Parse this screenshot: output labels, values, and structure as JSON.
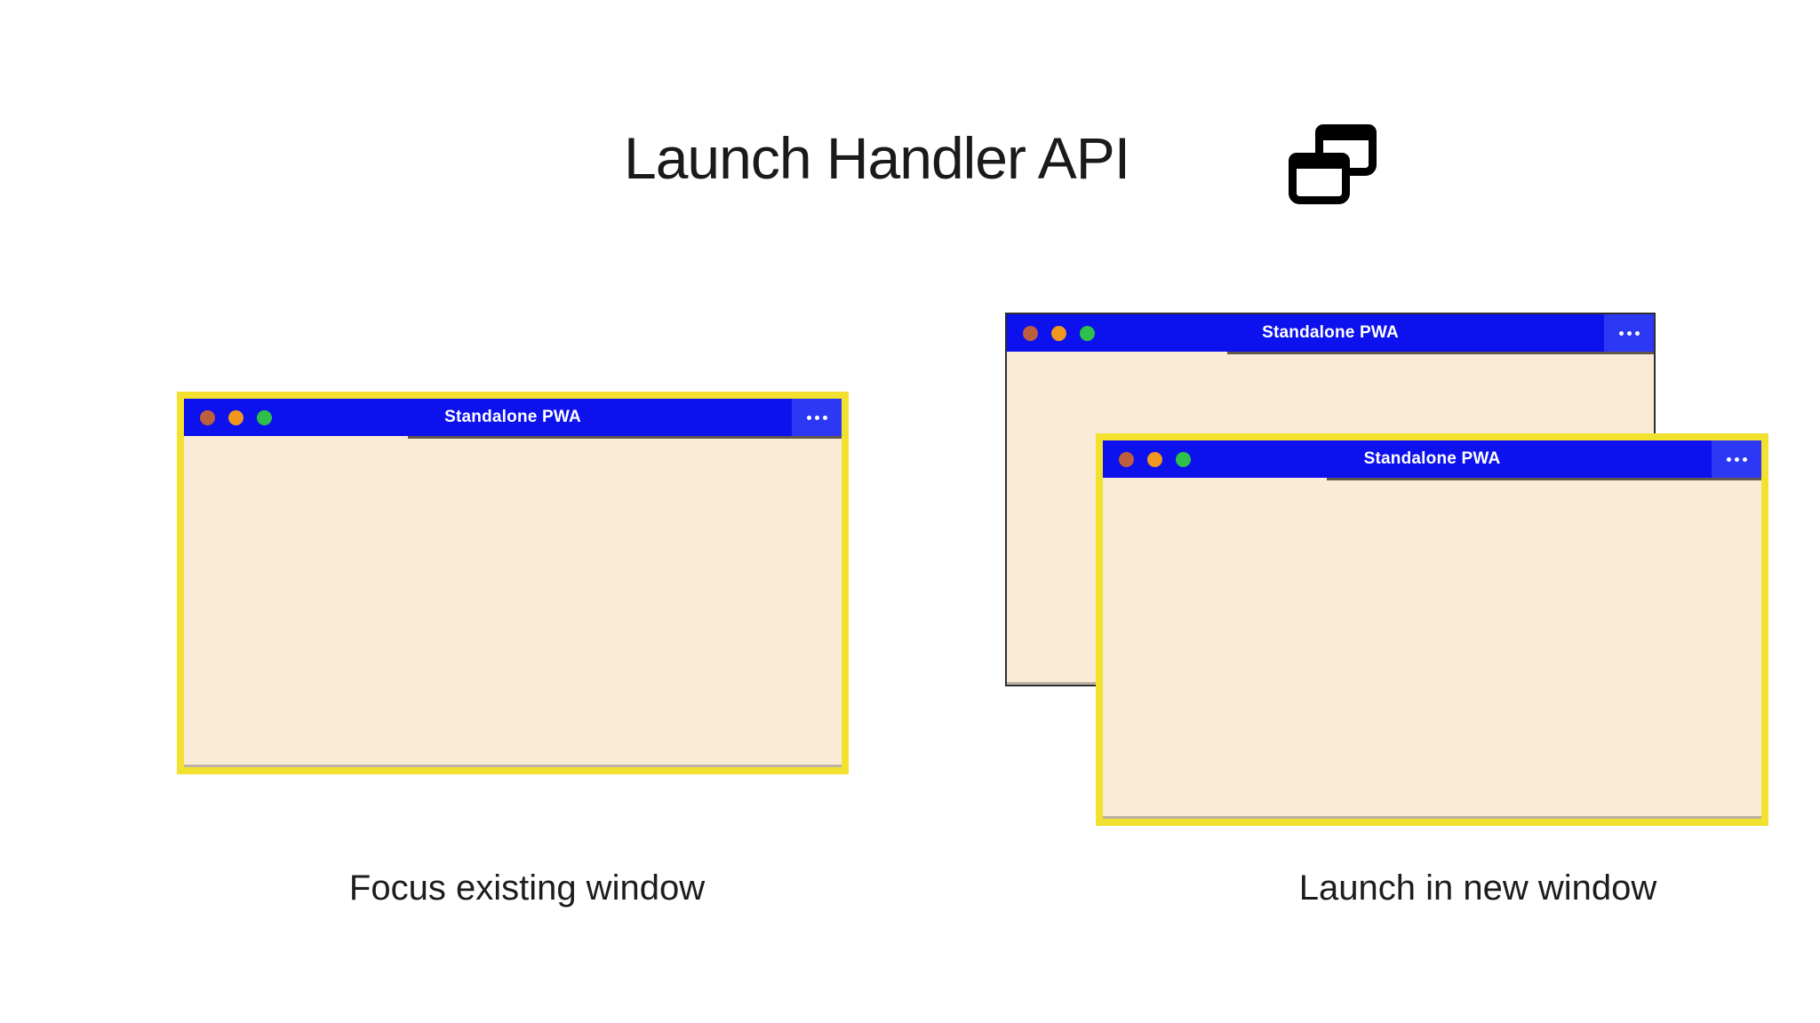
{
  "header": {
    "title": "Launch Handler API",
    "icon": "overlapping-windows"
  },
  "left_panel": {
    "caption": "Focus existing window",
    "window": {
      "title": "Standalone PWA",
      "menu_icon": "more-menu-dots"
    }
  },
  "right_panel": {
    "caption": "Launch in new window",
    "back_window": {
      "title": "Standalone PWA",
      "menu_icon": "more-menu-dots"
    },
    "front_window": {
      "title": "Standalone PWA",
      "menu_icon": "more-menu-dots"
    }
  },
  "colors": {
    "titlebar-blue": "#0c11ee",
    "menu-blue": "#2c38f4",
    "window-body": "#faebd7",
    "highlight-yellow": "#f3e12f",
    "plain-border": "#2e2e2e",
    "dot-red": "#bd5e3c",
    "dot-orange": "#f0971f",
    "dot-green": "#2ec049",
    "title-text": "#ffffff",
    "heading-text": "#1a1a1a"
  }
}
